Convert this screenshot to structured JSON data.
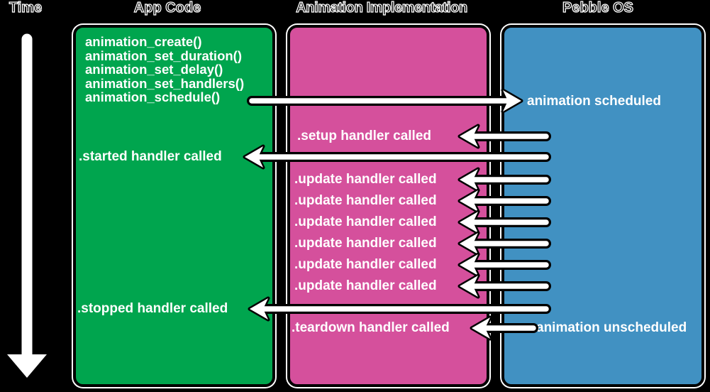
{
  "titles": {
    "time": "Time",
    "app_code": "App Code",
    "animation_impl": "Animation Implementation",
    "pebble_os": "Pebble OS"
  },
  "colors": {
    "background": "#000000",
    "app_code_box": "#00A54E",
    "animation_impl_box": "#D5509C",
    "pebble_os_box": "#4191C2",
    "box_text": "#FFFFFF",
    "arrow_fill": "#FFFFFF",
    "arrow_outline": "#000000"
  },
  "app_code": {
    "functions": [
      "animation_create()",
      "animation_set_duration()",
      "animation_set_delay()",
      "animation_set_handlers()",
      "animation_schedule()"
    ],
    "started_event": ".started handler called",
    "stopped_event": ".stopped handler called"
  },
  "animation_impl": {
    "setup_event": ".setup handler called",
    "update_events": [
      ".update handler called",
      ".update handler called",
      ".update handler called",
      ".update handler called",
      ".update handler called",
      ".update handler called"
    ],
    "teardown_event": ".teardown handler called"
  },
  "pebble_os": {
    "scheduled_event": "animation scheduled",
    "unscheduled_event": "animation unscheduled"
  }
}
